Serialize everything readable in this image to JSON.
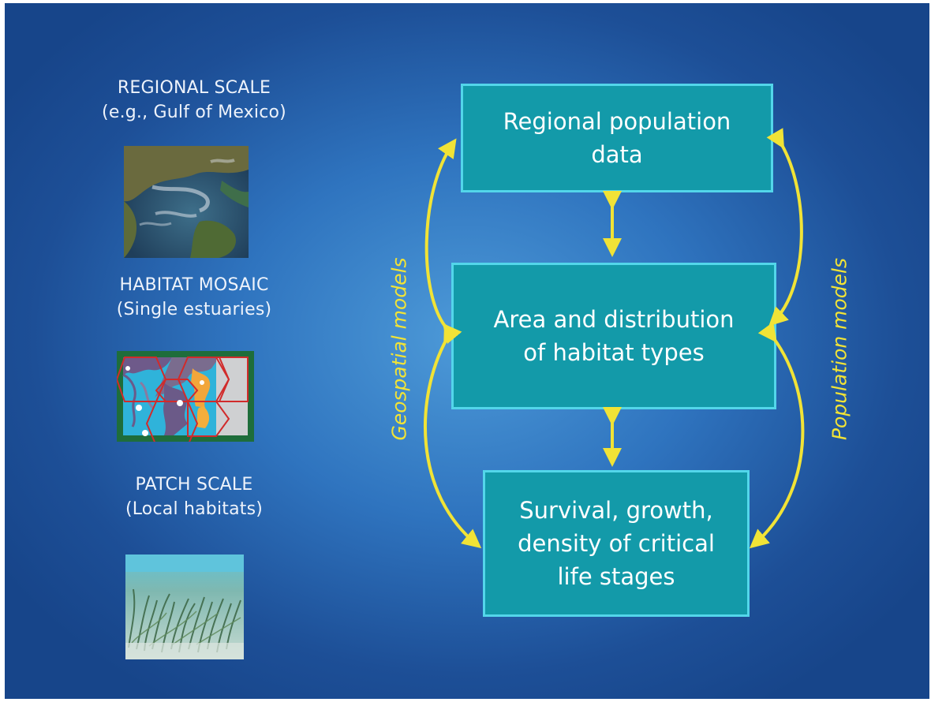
{
  "scales": [
    {
      "line1": "REGIONAL SCALE",
      "line2": "(e.g., Gulf of Mexico)",
      "image_icon": "satellite-gulf-icon"
    },
    {
      "line1": "HABITAT MOSAIC",
      "line2": "(Single estuaries)",
      "image_icon": "habitat-map-icon"
    },
    {
      "line1": "PATCH SCALE",
      "line2": "(Local habitats)",
      "image_icon": "seagrass-photo-icon"
    }
  ],
  "boxes": {
    "top": {
      "line1": "Regional population",
      "line2": "data"
    },
    "middle": {
      "line1": "Area and distribution",
      "line2": "of habitat types"
    },
    "bottom": {
      "line1": "Survival, growth,",
      "line2": "density of critical",
      "line3": "life stages"
    }
  },
  "side_labels": {
    "left": "Geospatial models",
    "right": "Population models"
  },
  "colors": {
    "box_fill": "#139aa9",
    "box_border": "#53d6ea",
    "arrow": "#f1e336",
    "background": "#2f74bf"
  }
}
